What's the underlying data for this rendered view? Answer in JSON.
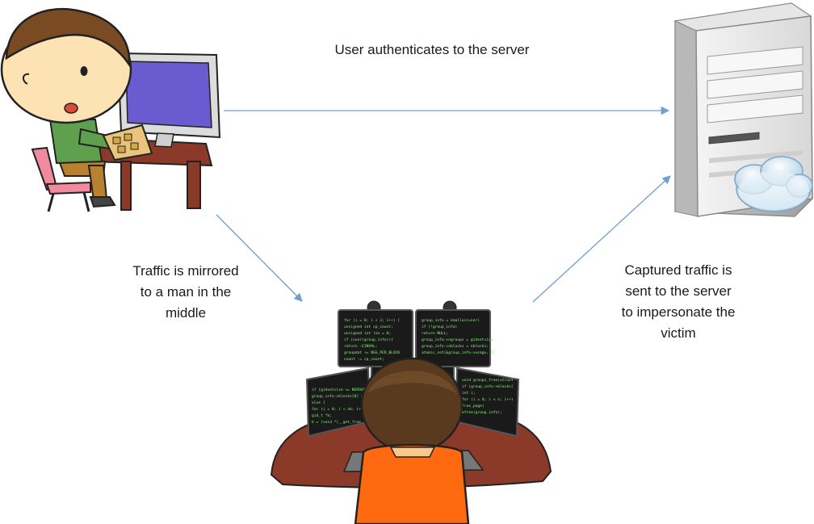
{
  "labels": {
    "top": "User authenticates to the server",
    "left": [
      "Traffic is mirrored",
      "to a man in the",
      "middle"
    ],
    "right": [
      "Captured traffic is",
      "sent to the server",
      "to impersonate the",
      "victim"
    ]
  },
  "icons": {
    "user": "user-at-computer-icon",
    "server": "server-tower-icon",
    "attacker": "hacker-at-monitors-icon",
    "cloud": "cloud-icon"
  },
  "colors": {
    "arrow": "#6f9fcf",
    "monitor_screen": "#6b5bd1",
    "shirt_green": "#5fa04f",
    "hacker_shirt": "#ff6a10",
    "desk": "#8b3a2a",
    "code_green": "#7dff6a"
  }
}
